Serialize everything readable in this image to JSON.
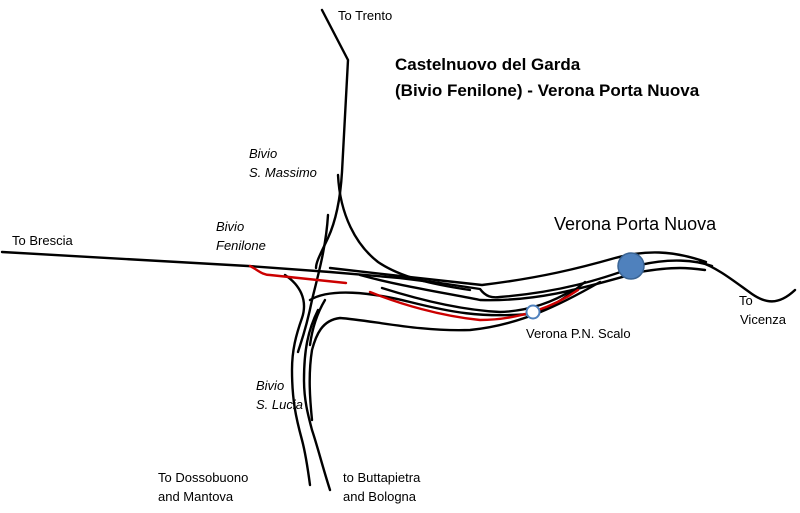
{
  "title": {
    "line1": "Castelnuovo del Garda",
    "line2": "(Bivio Fenilone) - Verona Porta Nuova"
  },
  "destinations": {
    "trento": "To Trento",
    "brescia": "To Brescia",
    "vicenza_line1": "To",
    "vicenza_line2": "Vicenza",
    "dossobuono_line1": "To Dossobuono",
    "dossobuono_line2": "and  Mantova",
    "buttapietra_line1": "to Buttapietra",
    "buttapietra_line2": "and Bologna"
  },
  "junctions": {
    "s_massimo_line1": "Bivio",
    "s_massimo_line2": "S. Massimo",
    "fenilone_line1": "Bivio",
    "fenilone_line2": "Fenilone",
    "s_lucia_line1": "Bivio",
    "s_lucia_line2": "S. Lucia"
  },
  "stations": {
    "porta_nuova": "Verona Porta Nuova",
    "pn_scalo": "Verona P.N. Scalo"
  },
  "colors": {
    "track": "#000000",
    "highlight_track": "#cc0000",
    "major_station_fill": "#4f81bd",
    "major_station_stroke": "#3a6494",
    "minor_station_fill": "#ffffff",
    "minor_station_stroke": "#4f81bd"
  }
}
